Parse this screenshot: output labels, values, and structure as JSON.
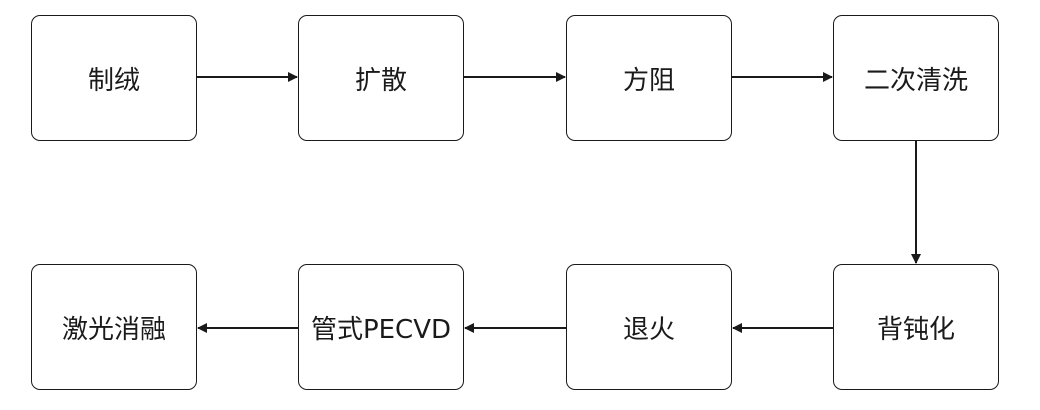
{
  "flow": {
    "top_row": [
      "制绒",
      "扩散",
      "方阻",
      "二次清洗"
    ],
    "bottom_row": [
      "背钝化",
      "退火",
      "管式PECVD",
      "激光消融"
    ]
  }
}
